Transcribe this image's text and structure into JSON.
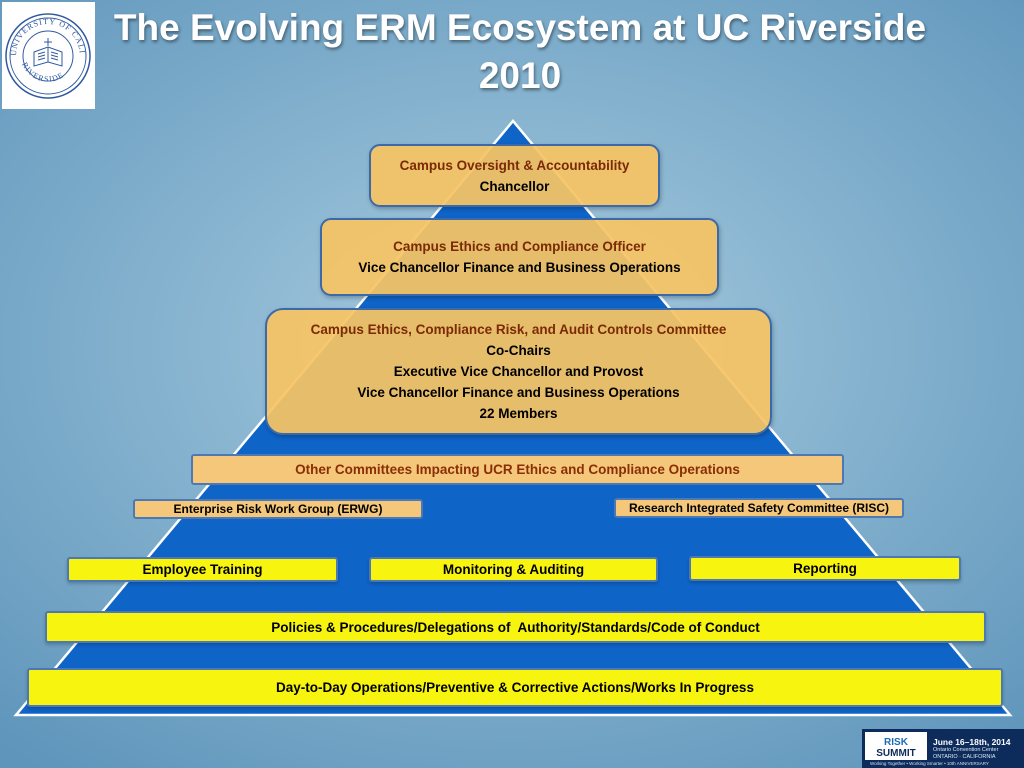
{
  "slide": {
    "title_line1": "The Evolving ERM Ecosystem at UC Riverside",
    "title_line2": "2010"
  },
  "seal": {
    "text_top": "UNIVERSITY OF CALIFORNIA",
    "text_bottom": "RIVERSIDE"
  },
  "colors": {
    "pyramid_fill": "#0f64c8",
    "pyramid_stroke": "#ffffff",
    "orange_box": "#f6c464",
    "yellow_box": "#f7f40f",
    "heading_text": "#7b2a06"
  },
  "pyramid": {
    "tier1": {
      "heading": "Campus Oversight & Accountability",
      "line1": "Chancellor"
    },
    "tier2": {
      "heading": "Campus Ethics and Compliance Officer",
      "line1": "Vice Chancellor Finance and Business Operations"
    },
    "tier3": {
      "heading": "Campus Ethics, Compliance Risk, and Audit Controls Committee",
      "line1": "Co-Chairs",
      "line2": "Executive Vice Chancellor and Provost",
      "line3": "Vice Chancellor Finance and Business Operations",
      "line4": "22 Members"
    },
    "other_committees": "Other Committees Impacting UCR Ethics and Compliance Operations",
    "erwg": "Enterprise Risk Work Group (ERWG)",
    "risc": "Research Integrated Safety Committee (RISC)",
    "employee_training": "Employee Training",
    "monitoring": "Monitoring & Auditing",
    "reporting": "Reporting",
    "policies": "Policies & Procedures/Delegations of  Authority/Standards/Code of Conduct",
    "operations": "Day-to-Day Operations/Preventive & Corrective Actions/Works In Progress"
  },
  "logo": {
    "line1": "RISK",
    "line2": "SUMMIT",
    "date": "June 16–18th, 2014",
    "venue1": "Ontario Convention Center",
    "venue2": "ONTARIO · CALIFORNIA",
    "tagline": "Working Together • Working Smarter • 10th ANNIVERSARY"
  }
}
